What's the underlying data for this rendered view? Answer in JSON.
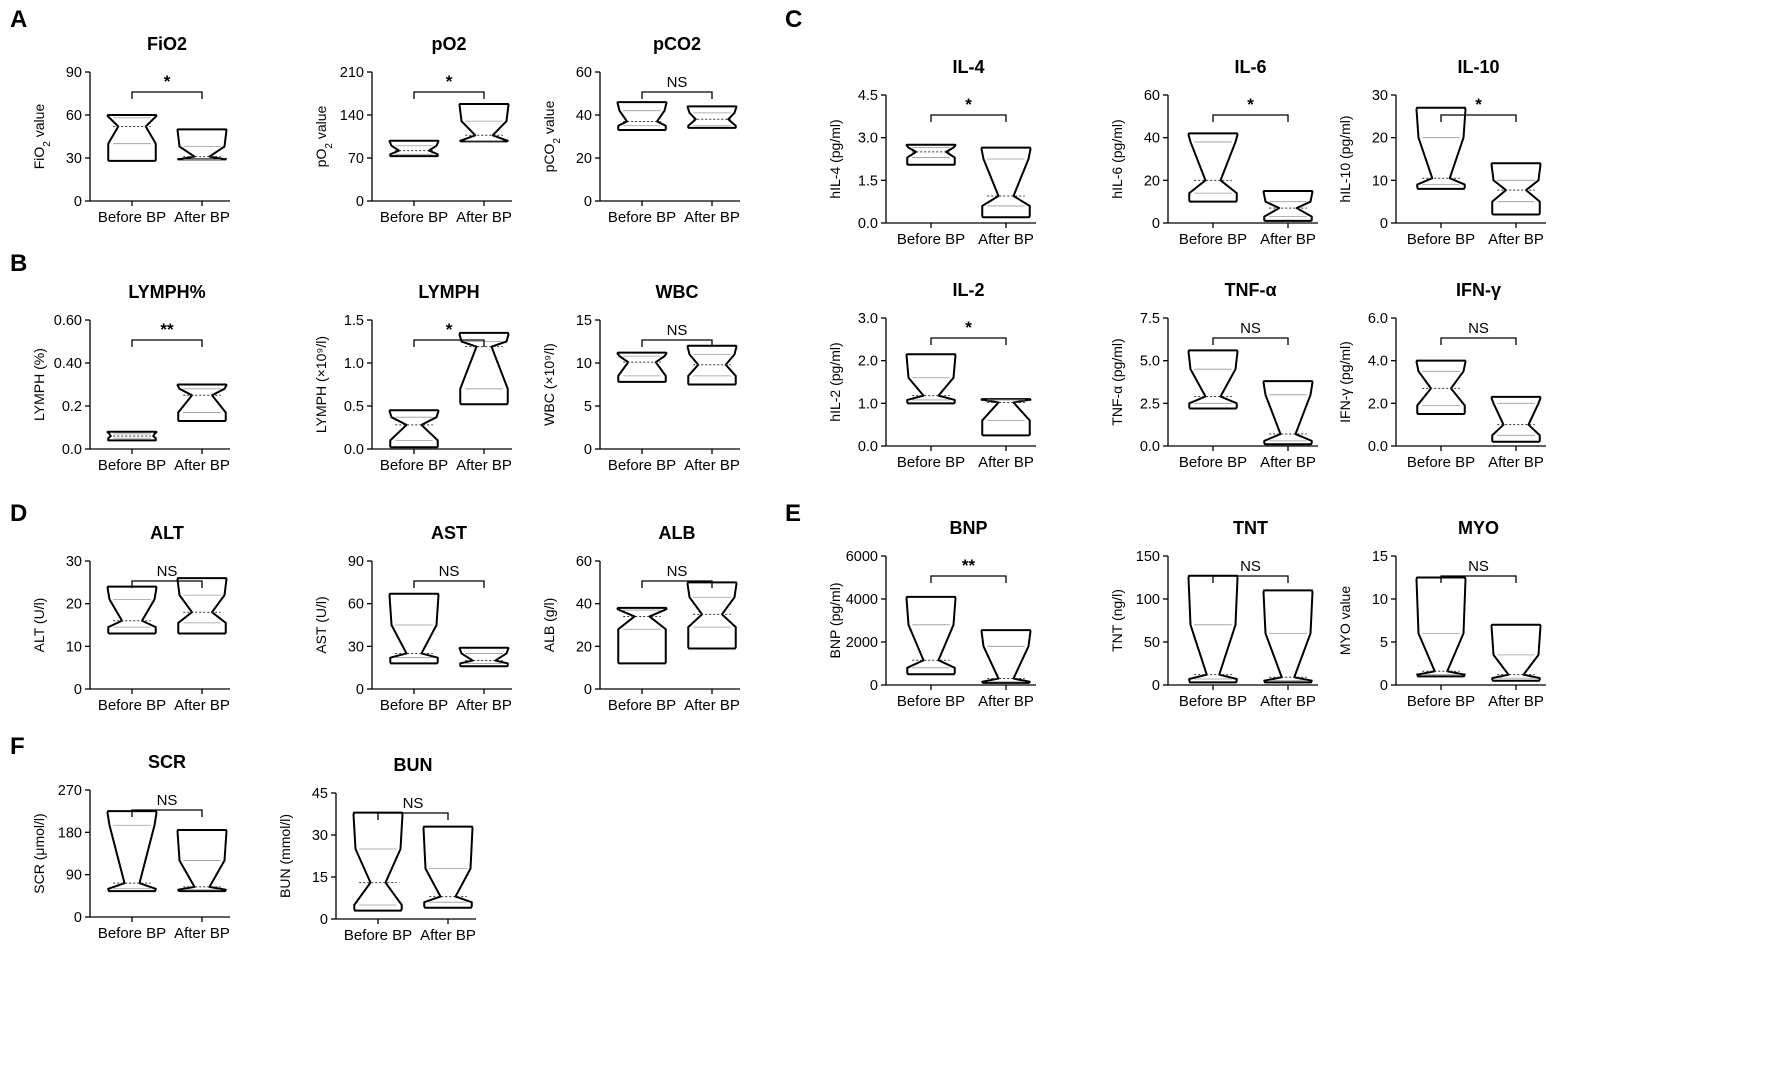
{
  "panel_letters": [
    "A",
    "B",
    "C",
    "D",
    "E",
    "F"
  ],
  "chart_data": [
    {
      "type": "violin",
      "panel": "A",
      "title": "FiO2",
      "ylabel": "FiO2 value",
      "ylabel_sub": "2",
      "ylabel_sub_after": "FiO",
      "ylabel_rest": " value",
      "yticks": [
        "0",
        "30",
        "60",
        "90"
      ],
      "ylim": [
        0,
        90
      ],
      "categories": [
        "Before BP",
        "After BP"
      ],
      "significance": "*",
      "series": [
        {
          "name": "Before BP",
          "min": 28,
          "max": 60,
          "q1": 40,
          "median": 52,
          "q3": 58,
          "waist": 0.55
        },
        {
          "name": "After BP",
          "min": 29,
          "max": 50,
          "q1": 29,
          "median": 31,
          "q3": 38,
          "waist": 0.3
        }
      ]
    },
    {
      "type": "violin",
      "panel": "A",
      "title": "pO2",
      "ylabel": "pO2 value",
      "ylabel_sub_after": "pO",
      "ylabel_sub": "2",
      "ylabel_rest": " value",
      "yticks": [
        "0",
        "70",
        "140",
        "210"
      ],
      "ylim": [
        0,
        210
      ],
      "categories": [
        "Before BP",
        "After BP"
      ],
      "significance": "*",
      "series": [
        {
          "name": "Before BP",
          "min": 73,
          "max": 98,
          "q1": 76,
          "median": 82,
          "q3": 90,
          "waist": 0.6
        },
        {
          "name": "After BP",
          "min": 97,
          "max": 158,
          "q1": 98,
          "median": 107,
          "q3": 130,
          "waist": 0.35
        }
      ]
    },
    {
      "type": "violin",
      "panel": "A",
      "title": "pCO2",
      "ylabel": "pCO2 value",
      "ylabel_sub_after": "pCO",
      "ylabel_sub": "2",
      "ylabel_rest": " value",
      "yticks": [
        "0",
        "20",
        "40",
        "60"
      ],
      "ylim": [
        0,
        60
      ],
      "categories": [
        "Before BP",
        "After BP"
      ],
      "significance": "NS",
      "series": [
        {
          "name": "Before BP",
          "min": 33,
          "max": 46,
          "q1": 35,
          "median": 37,
          "q3": 42,
          "waist": 0.6
        },
        {
          "name": "After BP",
          "min": 34,
          "max": 44,
          "q1": 35,
          "median": 38,
          "q3": 41,
          "waist": 0.65
        }
      ]
    },
    {
      "type": "violin",
      "panel": "B",
      "title": "LYMPH%",
      "ylabel": "LYMPH (%)",
      "yticks": [
        "0.0",
        "0.2",
        "0.40",
        "0.60"
      ],
      "ylim": [
        0,
        0.6
      ],
      "categories": [
        "Before BP",
        "After BP"
      ],
      "significance": "**",
      "series": [
        {
          "name": "Before BP",
          "min": 0.04,
          "max": 0.08,
          "q1": 0.05,
          "median": 0.06,
          "q3": 0.07,
          "waist": 0.85
        },
        {
          "name": "After BP",
          "min": 0.13,
          "max": 0.3,
          "q1": 0.17,
          "median": 0.25,
          "q3": 0.28,
          "waist": 0.4
        }
      ]
    },
    {
      "type": "violin",
      "panel": "B",
      "title": "LYMPH",
      "ylabel": "LYMPH (×10⁹/l)",
      "yticks": [
        "0.0",
        "0.5",
        "1.0",
        "1.5"
      ],
      "ylim": [
        0,
        1.5
      ],
      "categories": [
        "Before BP",
        "After BP"
      ],
      "significance": "*",
      "series": [
        {
          "name": "Before BP",
          "min": 0.02,
          "max": 0.45,
          "q1": 0.1,
          "median": 0.28,
          "q3": 0.37,
          "waist": 0.3
        },
        {
          "name": "After BP",
          "min": 0.52,
          "max": 1.35,
          "q1": 0.7,
          "median": 1.19,
          "q3": 1.25,
          "waist": 0.3
        }
      ]
    },
    {
      "type": "violin",
      "panel": "B",
      "title": "WBC",
      "ylabel": "WBC (×10⁹/l)",
      "yticks": [
        "0",
        "5",
        "10",
        "15"
      ],
      "ylim": [
        0,
        15
      ],
      "categories": [
        "Before BP",
        "After BP"
      ],
      "significance": "NS",
      "series": [
        {
          "name": "Before BP",
          "min": 7.8,
          "max": 11.2,
          "q1": 8.5,
          "median": 10.1,
          "q3": 10.8,
          "waist": 0.55
        },
        {
          "name": "After BP",
          "min": 7.5,
          "max": 12,
          "q1": 8.5,
          "median": 9.8,
          "q3": 11,
          "waist": 0.55
        }
      ]
    },
    {
      "type": "violin",
      "panel": "C",
      "title": "IL-4",
      "ylabel": "hIL-4 (pg/ml)",
      "yticks": [
        "0.0",
        "1.5",
        "3.0",
        "4.5"
      ],
      "ylim": [
        0,
        4.5
      ],
      "categories": [
        "Before BP",
        "After BP"
      ],
      "significance": "*",
      "series": [
        {
          "name": "Before BP",
          "min": 2.05,
          "max": 2.75,
          "q1": 2.3,
          "median": 2.5,
          "q3": 2.65,
          "waist": 0.6
        },
        {
          "name": "After BP",
          "min": 0.2,
          "max": 2.65,
          "q1": 0.6,
          "median": 0.95,
          "q3": 2.25,
          "waist": 0.3
        }
      ]
    },
    {
      "type": "violin",
      "panel": "C",
      "title": "IL-6",
      "ylabel": "hIL-6 (pg/ml)",
      "yticks": [
        "0",
        "20",
        "40",
        "60"
      ],
      "ylim": [
        0,
        60
      ],
      "categories": [
        "Before BP",
        "After BP"
      ],
      "significance": "*",
      "series": [
        {
          "name": "Before BP",
          "min": 10,
          "max": 42,
          "q1": 14,
          "median": 20,
          "q3": 38,
          "waist": 0.3
        },
        {
          "name": "After BP",
          "min": 1,
          "max": 15,
          "q1": 3,
          "median": 7,
          "q3": 10,
          "waist": 0.35
        }
      ]
    },
    {
      "type": "violin",
      "panel": "C",
      "title": "IL-10",
      "ylabel": "hIL-10 (pg/ml)",
      "yticks": [
        "0",
        "10",
        "20",
        "30"
      ],
      "ylim": [
        0,
        30
      ],
      "categories": [
        "Before BP",
        "After BP"
      ],
      "significance": "*",
      "series": [
        {
          "name": "Before BP",
          "min": 8,
          "max": 27,
          "q1": 9,
          "median": 10.5,
          "q3": 20,
          "waist": 0.35
        },
        {
          "name": "After BP",
          "min": 2,
          "max": 14,
          "q1": 5,
          "median": 7.7,
          "q3": 10,
          "waist": 0.4
        }
      ]
    },
    {
      "type": "violin",
      "panel": "C",
      "title": "IL-2",
      "ylabel": "hIL-2 (pg/ml)",
      "yticks": [
        "0.0",
        "1.0",
        "2.0",
        "3.0"
      ],
      "ylim": [
        0,
        3
      ],
      "categories": [
        "Before BP",
        "After BP"
      ],
      "significance": "*",
      "series": [
        {
          "name": "Before BP",
          "min": 1.0,
          "max": 2.15,
          "q1": 1.08,
          "median": 1.18,
          "q3": 1.6,
          "waist": 0.3
        },
        {
          "name": "After BP",
          "min": 0.25,
          "max": 1.1,
          "q1": 0.6,
          "median": 1.02,
          "q3": 1.08,
          "waist": 0.3
        }
      ]
    },
    {
      "type": "violin",
      "panel": "C",
      "title": "TNF-α",
      "ylabel": "TNF-α (pg/ml)",
      "yticks": [
        "0.0",
        "2.5",
        "5.0",
        "7.5"
      ],
      "ylim": [
        0,
        7.5
      ],
      "categories": [
        "Before BP",
        "After BP"
      ],
      "significance": "NS",
      "series": [
        {
          "name": "Before BP",
          "min": 2.2,
          "max": 5.6,
          "q1": 2.5,
          "median": 2.9,
          "q3": 4.5,
          "waist": 0.3
        },
        {
          "name": "After BP",
          "min": 0.1,
          "max": 3.8,
          "q1": 0.3,
          "median": 0.7,
          "q3": 3.0,
          "waist": 0.3
        }
      ]
    },
    {
      "type": "violin",
      "panel": "C",
      "title": "IFN-γ",
      "ylabel": "IFN-γ (pg/ml)",
      "yticks": [
        "0.0",
        "2.0",
        "4.0",
        "6.0"
      ],
      "ylim": [
        0,
        6
      ],
      "categories": [
        "Before BP",
        "After BP"
      ],
      "significance": "NS",
      "series": [
        {
          "name": "Before BP",
          "min": 1.5,
          "max": 4.0,
          "q1": 1.9,
          "median": 2.7,
          "q3": 3.5,
          "waist": 0.4
        },
        {
          "name": "After BP",
          "min": 0.2,
          "max": 2.3,
          "q1": 0.5,
          "median": 1.0,
          "q3": 2.0,
          "waist": 0.5
        }
      ]
    },
    {
      "type": "violin",
      "panel": "D",
      "title": "ALT",
      "ylabel": "ALT (U/l)",
      "yticks": [
        "0",
        "10",
        "20",
        "30"
      ],
      "ylim": [
        0,
        30
      ],
      "categories": [
        "Before BP",
        "After BP"
      ],
      "significance": "NS",
      "series": [
        {
          "name": "Before BP",
          "min": 13,
          "max": 24,
          "q1": 14.5,
          "median": 16,
          "q3": 21,
          "waist": 0.4
        },
        {
          "name": "After BP",
          "min": 13,
          "max": 26,
          "q1": 15.5,
          "median": 18,
          "q3": 22,
          "waist": 0.4
        }
      ]
    },
    {
      "type": "violin",
      "panel": "D",
      "title": "AST",
      "ylabel": "AST (U/l)",
      "yticks": [
        "0",
        "30",
        "60",
        "90"
      ],
      "ylim": [
        0,
        90
      ],
      "categories": [
        "Before BP",
        "After BP"
      ],
      "significance": "NS",
      "series": [
        {
          "name": "Before BP",
          "min": 18,
          "max": 67,
          "q1": 22,
          "median": 25,
          "q3": 45,
          "waist": 0.3
        },
        {
          "name": "After BP",
          "min": 16,
          "max": 29,
          "q1": 18,
          "median": 20,
          "q3": 25,
          "waist": 0.45
        }
      ]
    },
    {
      "type": "violin",
      "panel": "D",
      "title": "ALB",
      "ylabel": "ALB (g/l)",
      "yticks": [
        "0",
        "20",
        "40",
        "60"
      ],
      "ylim": [
        0,
        60
      ],
      "categories": [
        "Before BP",
        "After BP"
      ],
      "significance": "NS",
      "series": [
        {
          "name": "Before BP",
          "min": 12,
          "max": 38,
          "q1": 28,
          "median": 34,
          "q3": 37,
          "waist": 0.3
        },
        {
          "name": "After BP",
          "min": 19,
          "max": 50,
          "q1": 29,
          "median": 35,
          "q3": 43,
          "waist": 0.4
        }
      ]
    },
    {
      "type": "violin",
      "panel": "E",
      "title": "BNP",
      "ylabel": "BNP (pg/ml)",
      "yticks": [
        "0",
        "2000",
        "4000",
        "6000"
      ],
      "ylim": [
        0,
        6000
      ],
      "categories": [
        "Before BP",
        "After BP"
      ],
      "significance": "**",
      "series": [
        {
          "name": "Before BP",
          "min": 500,
          "max": 4100,
          "q1": 800,
          "median": 1150,
          "q3": 2800,
          "waist": 0.3
        },
        {
          "name": "After BP",
          "min": 100,
          "max": 2550,
          "q1": 150,
          "median": 300,
          "q3": 1800,
          "waist": 0.3
        }
      ]
    },
    {
      "type": "violin",
      "panel": "E",
      "title": "TNT",
      "ylabel": "TNT (ng/l)",
      "yticks": [
        "0",
        "50",
        "100",
        "150"
      ],
      "ylim": [
        0,
        150
      ],
      "categories": [
        "Before BP",
        "After BP"
      ],
      "significance": "NS",
      "series": [
        {
          "name": "Before BP",
          "min": 3,
          "max": 127,
          "q1": 7,
          "median": 12,
          "q3": 70,
          "waist": 0.25
        },
        {
          "name": "After BP",
          "min": 3,
          "max": 110,
          "q1": 5,
          "median": 9,
          "q3": 60,
          "waist": 0.25
        }
      ]
    },
    {
      "type": "violin",
      "panel": "E",
      "title": "MYO",
      "ylabel": "MYO value",
      "yticks": [
        "0",
        "5",
        "10",
        "15"
      ],
      "ylim": [
        0,
        15
      ],
      "categories": [
        "Before BP",
        "After BP"
      ],
      "significance": "NS",
      "series": [
        {
          "name": "Before BP",
          "min": 1,
          "max": 12.5,
          "q1": 1.2,
          "median": 1.6,
          "q3": 6,
          "waist": 0.25
        },
        {
          "name": "After BP",
          "min": 0.5,
          "max": 7,
          "q1": 0.8,
          "median": 1.2,
          "q3": 3.5,
          "waist": 0.3
        }
      ]
    },
    {
      "type": "violin",
      "panel": "F",
      "title": "SCR",
      "ylabel": "SCR (μmol/l)",
      "yticks": [
        "0",
        "90",
        "180",
        "270"
      ],
      "ylim": [
        0,
        270
      ],
      "categories": [
        "Before BP",
        "After BP"
      ],
      "significance": "NS",
      "series": [
        {
          "name": "Before BP",
          "min": 55,
          "max": 225,
          "q1": 60,
          "median": 72,
          "q3": 195,
          "waist": 0.3
        },
        {
          "name": "After BP",
          "min": 55,
          "max": 185,
          "q1": 58,
          "median": 64,
          "q3": 120,
          "waist": 0.3
        }
      ]
    },
    {
      "type": "violin",
      "panel": "F",
      "title": "BUN",
      "ylabel": "BUN (mmol/l)",
      "yticks": [
        "0",
        "15",
        "30",
        "45"
      ],
      "ylim": [
        0,
        45
      ],
      "categories": [
        "Before BP",
        "After BP"
      ],
      "significance": "NS",
      "series": [
        {
          "name": "Before BP",
          "min": 3,
          "max": 38,
          "q1": 5,
          "median": 13,
          "q3": 25,
          "waist": 0.3
        },
        {
          "name": "After BP",
          "min": 4,
          "max": 33,
          "q1": 6,
          "median": 8,
          "q3": 18,
          "waist": 0.3
        }
      ]
    }
  ]
}
